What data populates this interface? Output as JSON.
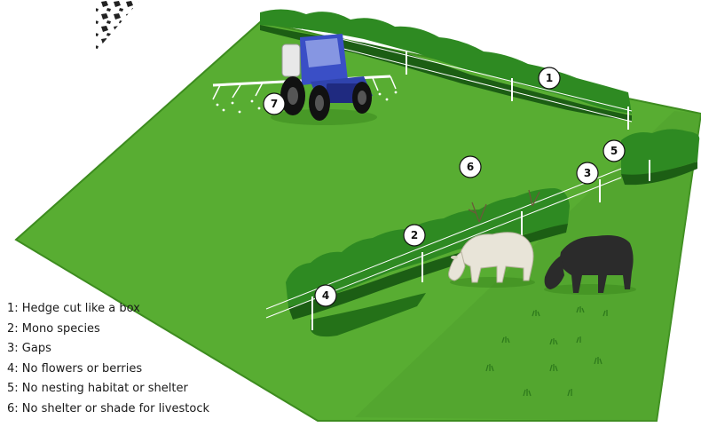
{
  "legend": [
    "1: Hedge cut like a box",
    "2: Mono species",
    "3: Gaps",
    "4: No flowers or berries",
    "5: No nesting habitat or shelter",
    "6: No shelter or shade for livestock"
  ],
  "markers": [
    "1",
    "2",
    "3",
    "4",
    "5",
    "6",
    "7"
  ],
  "colors": {
    "field": "#58ad32",
    "field_edge": "#3d8c1f",
    "hedge": "#2e8a22",
    "hedge_dark": "#1c5e14",
    "tractor_body": "#3a4fc6",
    "tractor_dark": "#1f2a80",
    "tyre": "#111111",
    "cow_white": "#e8e4d8",
    "cow_black": "#2b2b2b"
  }
}
